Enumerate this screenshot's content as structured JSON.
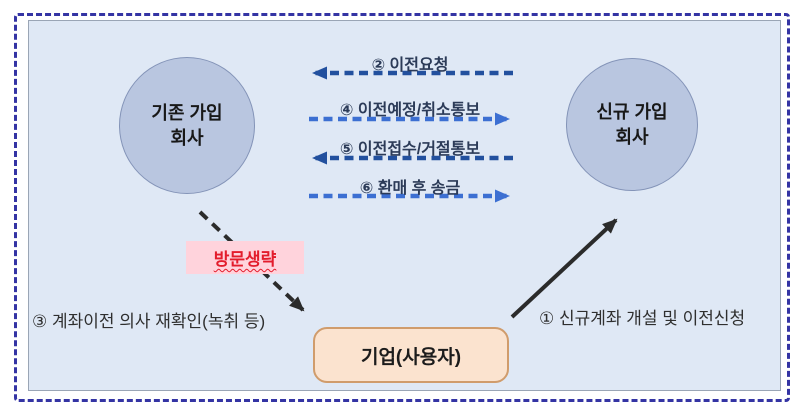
{
  "colors": {
    "outer_frame_border": "#3434a4",
    "panel_background": "#dfe8f5",
    "panel_border": "#9aa5b5",
    "circle_fill": "#b9c6e0",
    "circle_border": "#8494b8",
    "arrow_navy": "#22509e",
    "arrow_blue": "#3c6fd2",
    "arrow_black": "#2b2b2b",
    "flow_label_text": "#2c3b58",
    "highlight_background": "#ffd3dc",
    "highlight_text": "#e31c2c",
    "enterprise_box_fill": "#fbe3cf",
    "enterprise_box_border": "#d09c6c"
  },
  "nodes": {
    "existing_company": {
      "line1": "기존 가입",
      "line2": "회사"
    },
    "new_company": {
      "line1": "신규 가입",
      "line2": "회사"
    },
    "enterprise": {
      "label": "기업(사용자)"
    }
  },
  "flows": {
    "f2": {
      "label": "② 이전요청",
      "direction": "left",
      "style": "dashed-navy"
    },
    "f4": {
      "label": "④ 이전예정/취소통보",
      "direction": "right",
      "style": "dashed-blue"
    },
    "f5": {
      "label": "⑤ 이전접수/거절통보",
      "direction": "left",
      "style": "dashed-navy"
    },
    "f6": {
      "label": "⑥ 환매 후 송금",
      "direction": "right",
      "style": "dashed-blue"
    }
  },
  "annotations": {
    "visit_skipped": "방문생략",
    "step3": "③ 계좌이전 의사 재확인(녹취 등)",
    "step1": "① 신규계좌 개설 및 이전신청"
  }
}
